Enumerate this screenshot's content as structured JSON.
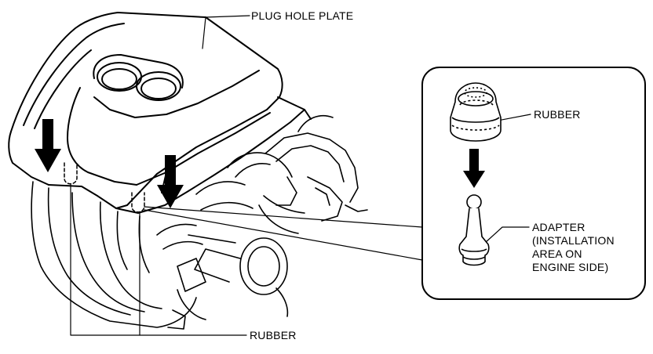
{
  "labels": {
    "plug_hole_plate": "PLUG HOLE PLATE",
    "rubber_detail": "RUBBER",
    "adapter_lines": [
      "ADAPTER",
      "(INSTALLATION",
      "AREA ON",
      "ENGINE SIDE)"
    ],
    "rubber_bottom": "RUBBER"
  }
}
